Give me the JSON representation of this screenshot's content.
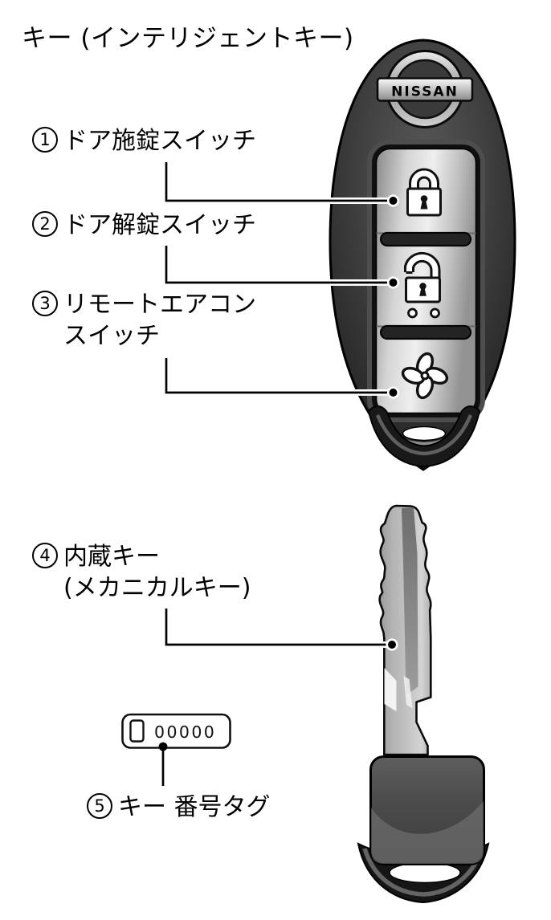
{
  "title": "キー (インテリジェントキー)",
  "labels": [
    {
      "num": "1",
      "line1": "ドア施錠スイッチ",
      "line2": ""
    },
    {
      "num": "2",
      "line1": "ドア解錠スイッチ",
      "line2": ""
    },
    {
      "num": "3",
      "line1": "リモートエアコン",
      "line2": "スイッチ"
    },
    {
      "num": "4",
      "line1": "内蔵キー",
      "line2": "(メカニカルキー)"
    },
    {
      "num": "5",
      "line1": "キー 番号タグ",
      "line2": ""
    }
  ],
  "fob": {
    "brand": "NISSAN",
    "icons": [
      "lock-closed-icon",
      "lock-open-icon",
      "fan-icon"
    ]
  },
  "tag": {
    "digits": "00000"
  },
  "colors": {
    "background": "#ffffff",
    "ink": "#000000",
    "fob_body": "#3c3c3c",
    "metal_light": "#efefef",
    "metal_dark": "#8f8f8f"
  }
}
